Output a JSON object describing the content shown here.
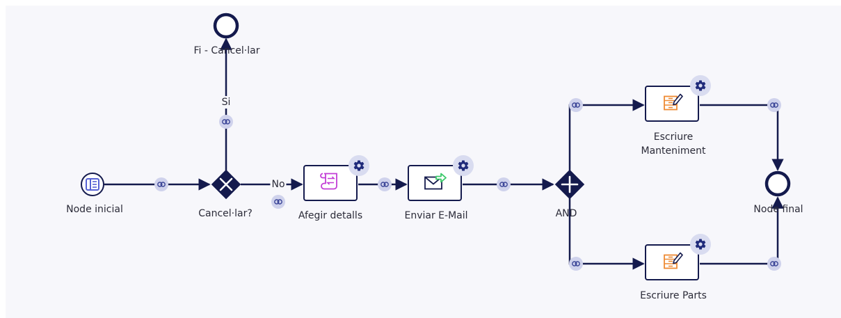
{
  "nodes": {
    "start": "Node inicial",
    "gateway_cancel": "Cancel·lar?",
    "end_cancel": "Fi - Cancel·lar",
    "task_details": "Afegir detalls",
    "task_email": "Enviar E-Mail",
    "gateway_and": "AND",
    "task_maint_line1": "Escriure",
    "task_maint_line2": "Manteniment",
    "task_parts": "Escriure Parts",
    "end": "Node final"
  },
  "edges": {
    "yes": "Si",
    "no": "No"
  },
  "icons": {
    "start": "form-icon",
    "gateway_cancel": "x-icon",
    "gateway_and": "plus-icon",
    "task_details": "scroll-icon",
    "task_email": "send-mail-icon",
    "task_write": "write-cabinet-icon",
    "settings": "gear-icon",
    "connector": "link-icon"
  },
  "colors": {
    "line": "#141a4d",
    "start_icon": "#5561d4",
    "details_icon": "#c23ed6",
    "mail_arrow": "#3bc96a",
    "write_icon": "#ee8a33",
    "connector_bg": "#cfd2ec"
  }
}
